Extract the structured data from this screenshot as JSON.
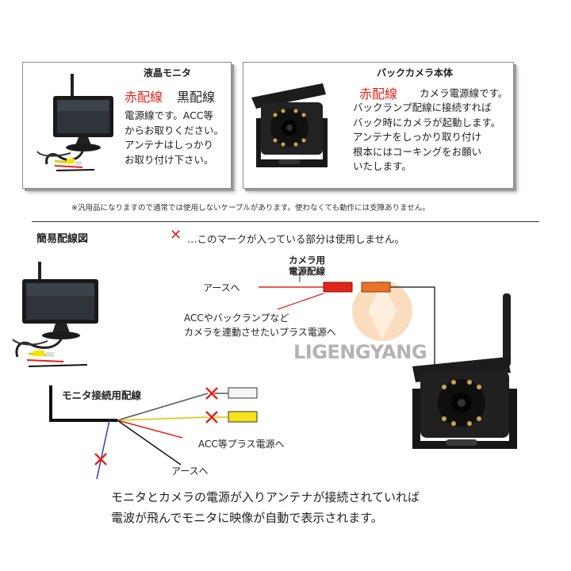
{
  "monitor_panel": {
    "title": "液晶モニタ",
    "wire_red": "赤配線",
    "wire_black": "黒配線",
    "body": "電源線です。ACC等\nからお取りください。\nアンテナはしっかり\nお取り付け下さい。"
  },
  "camera_panel": {
    "title": "バックカメラ本体",
    "wire_red": "赤配線",
    "line1_suffix": "カメラ電源線です。",
    "body": "バックランプ配線に接続すれば\nバック時にカメラが起動します。\nアンテナをしっかり取り付け\n根本にはコーキングをお願い\nいたします。"
  },
  "footnote": "※汎用品になりますので通常では使用しないケーブルがあります。使わなくても動作には支障ありません。",
  "diagram": {
    "title": "簡易配線図",
    "legend_mark": "✕",
    "legend_text": "…このマークが入っている部分は使用しません。",
    "camera_cable_title_1": "カメラ用",
    "camera_cable_title_2": "電源配線",
    "earth_top": "アースへ",
    "acc_line_1": "ACCやバックランプなど",
    "acc_line_2": "カメラを連動させたいプラス電源へ",
    "monitor_cable_title": "モニタ接続用配線",
    "acc_plus": "ACC等プラス電源へ",
    "earth_bottom": "アースへ",
    "watermark": "LIGENGYANG",
    "bottom_text": "モニタとカメラの電源が入りアンテナが接続されていれば\n電波が飛んでモニタに映像が自動で表示されます。"
  },
  "colors": {
    "red": "#e0251b",
    "orange": "#e8742a",
    "yellow": "#f5e21a",
    "blue": "#2b3fb0",
    "black": "#111111"
  }
}
